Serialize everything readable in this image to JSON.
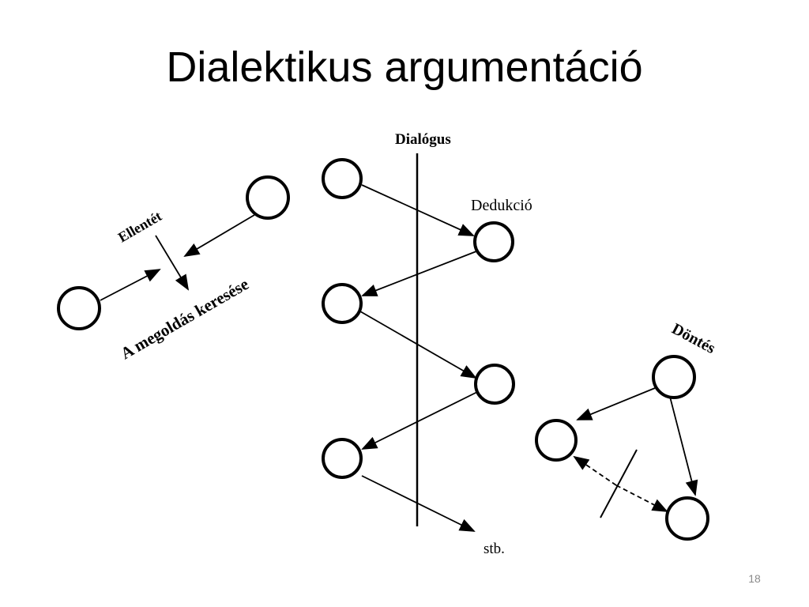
{
  "slide": {
    "title": "Dialektikus argumentáció",
    "page_number": "18"
  },
  "diagram": {
    "labels": {
      "ellentet": "Ellentét",
      "megoldas": "A megoldás keresése",
      "dialogus": "Dialógus",
      "dedukcio": "Dedukció",
      "dontes": "Döntés",
      "stb": "stb."
    },
    "colors": {
      "stroke": "#000000",
      "background": "#ffffff"
    }
  }
}
